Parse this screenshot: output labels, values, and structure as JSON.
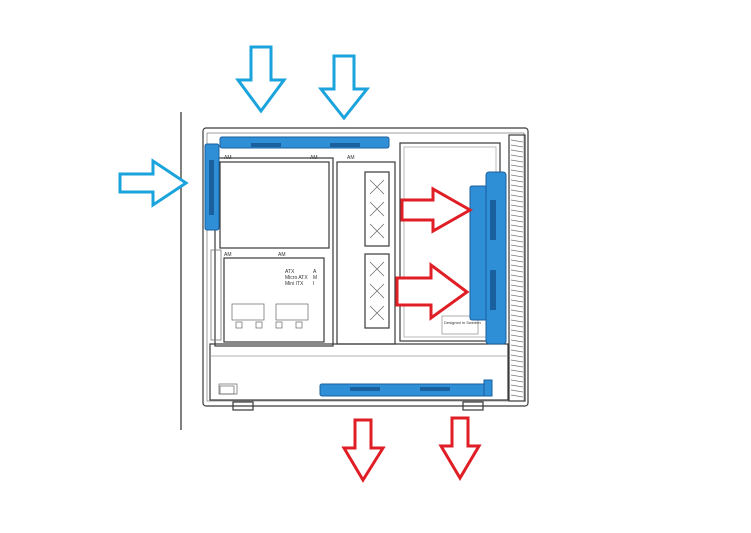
{
  "mobo_labels": {
    "atx": "ATX",
    "micro_atx": "Micro ATX",
    "mini_itx": "Mini ITX",
    "hole_a": "A",
    "hole_m": "M",
    "hole_i": "I"
  },
  "mount_labels": {
    "top_left": "AM",
    "top_mid": "AM",
    "top_right": "AM",
    "left_mid": "AM",
    "center_mid": "AM"
  },
  "psu_text": "Designed in Sweden",
  "colors": {
    "intake_arrow": "#1aa3dc",
    "exhaust_arrow": "#e01e25",
    "fan_fill": "#2f8fd6",
    "fan_dark": "#1a5f9e",
    "line": "#3a3a3a"
  },
  "icons": {
    "intake": "arrow-intake-icon",
    "exhaust": "arrow-exhaust-icon",
    "fan": "fan-icon"
  }
}
